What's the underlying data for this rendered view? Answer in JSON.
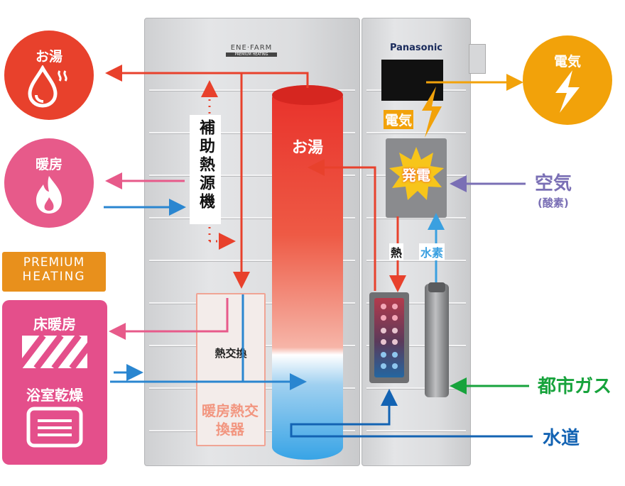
{
  "left": {
    "hot_water": {
      "label": "お湯",
      "icon": "hot-water-drop-icon",
      "color": "#e8412c"
    },
    "heating": {
      "label": "暖房",
      "icon": "flame-icon",
      "color": "#e75a8a"
    },
    "premium_badge": {
      "line1": "PREMIUM",
      "line2": "HEATING",
      "color": "#e8901c"
    },
    "premium_box": {
      "floor_heating": "床暖房",
      "bath_dryer": "浴室乾燥",
      "color": "#e44f8b"
    }
  },
  "unit": {
    "brand_logo": "ENE·FARM",
    "brand_sub": "PREMIUM HEATING",
    "panasonic": "Panasonic"
  },
  "labels": {
    "aux_heater": "補助熱源機",
    "tank_hot": "お湯",
    "heat_exchange": "熱交換",
    "heating_exchanger": "暖房熱交換器",
    "electricity_small": "電気",
    "generation": "発電",
    "heat": "熱",
    "hydrogen": "水素"
  },
  "right": {
    "electricity": {
      "label": "電気",
      "icon": "lightning-icon",
      "color": "#f2a20a"
    },
    "air": {
      "label": "空気",
      "sub": "(酸素)",
      "color": "#7a6fb5"
    },
    "city_gas": {
      "label": "都市ガス",
      "color": "#17a33c"
    },
    "water": {
      "label": "水道",
      "color": "#1363b3"
    }
  }
}
